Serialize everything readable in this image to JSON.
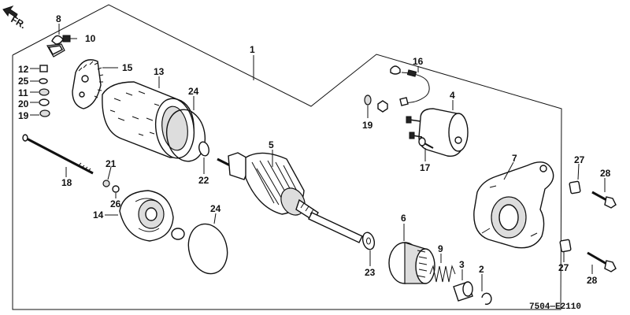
{
  "diagram": {
    "front_marker": "FR.",
    "code": "7504—E2110",
    "callouts": [
      {
        "id": "c8",
        "text": "8"
      },
      {
        "id": "c10",
        "text": "10"
      },
      {
        "id": "c12",
        "text": "12"
      },
      {
        "id": "c15",
        "text": "15"
      },
      {
        "id": "c25",
        "text": "25"
      },
      {
        "id": "c11",
        "text": "11"
      },
      {
        "id": "c20",
        "text": "20"
      },
      {
        "id": "c19a",
        "text": "19"
      },
      {
        "id": "c13",
        "text": "13"
      },
      {
        "id": "c24a",
        "text": "24"
      },
      {
        "id": "c1",
        "text": "1"
      },
      {
        "id": "c16",
        "text": "16"
      },
      {
        "id": "c4",
        "text": "4"
      },
      {
        "id": "c19b",
        "text": "19"
      },
      {
        "id": "c17",
        "text": "17"
      },
      {
        "id": "c7",
        "text": "7"
      },
      {
        "id": "c27a",
        "text": "27"
      },
      {
        "id": "c28a",
        "text": "28"
      },
      {
        "id": "c5",
        "text": "5"
      },
      {
        "id": "c22",
        "text": "22"
      },
      {
        "id": "c18",
        "text": "18"
      },
      {
        "id": "c21",
        "text": "21"
      },
      {
        "id": "c26",
        "text": "26"
      },
      {
        "id": "c14",
        "text": "14"
      },
      {
        "id": "c24b",
        "text": "24"
      },
      {
        "id": "c6",
        "text": "6"
      },
      {
        "id": "c23",
        "text": "23"
      },
      {
        "id": "c9",
        "text": "9"
      },
      {
        "id": "c3",
        "text": "3"
      },
      {
        "id": "c2",
        "text": "2"
      },
      {
        "id": "c27b",
        "text": "27"
      },
      {
        "id": "c28b",
        "text": "28"
      }
    ]
  }
}
